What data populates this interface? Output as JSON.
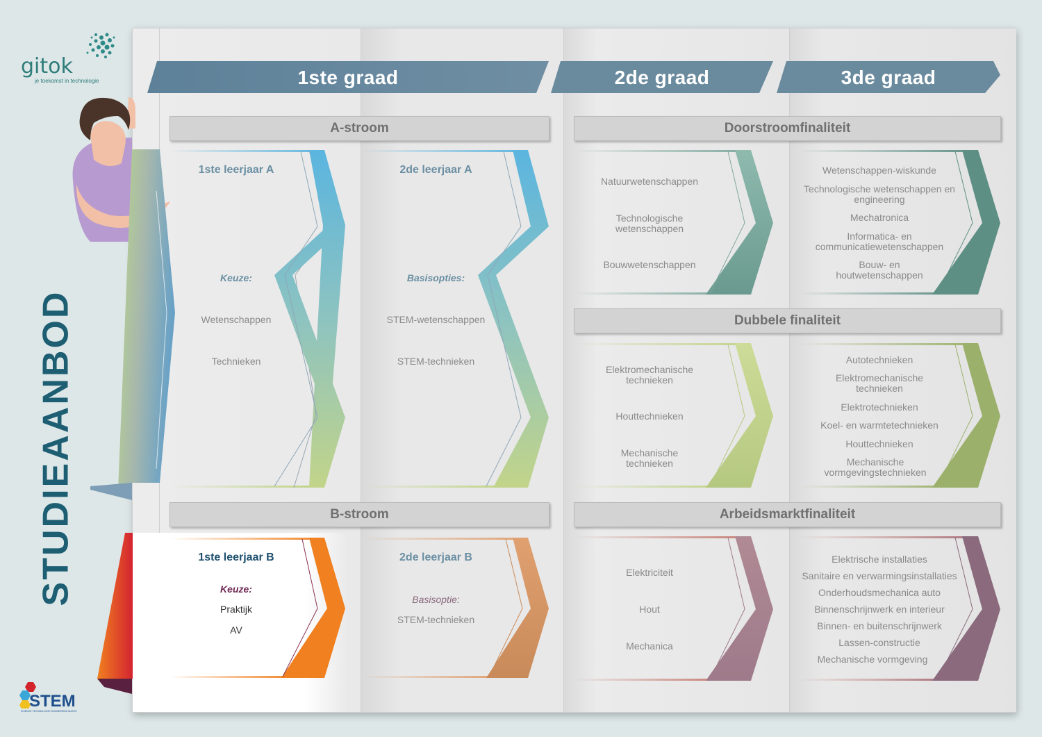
{
  "logo": {
    "name": "gitok",
    "tagline": "je toekomst in technologie"
  },
  "side_title": "STUDIEAANBOD",
  "stem_logo": {
    "text": "STEM",
    "subtext": "SCIENCE TECHNOLOGIE ENGINEERING MATHS"
  },
  "grades": [
    "1ste graad",
    "2de graad",
    "3de graad"
  ],
  "streams": {
    "a": "A-stroom",
    "b": "B-stroom",
    "doorstroom": "Doorstroomfinaliteit",
    "dubbele": "Dubbele finaliteit",
    "arbeidsmarkt": "Arbeidsmarktfinaliteit"
  },
  "panels": {
    "leerjaar1a": {
      "title": "1ste leerjaar A",
      "label": "Keuze:",
      "items": [
        "Wetenschappen",
        "Technieken"
      ]
    },
    "leerjaar2a": {
      "title": "2de leerjaar A",
      "label": "Basisopties:",
      "items": [
        "STEM-wetenschappen",
        "STEM-technieken"
      ]
    },
    "leerjaar1b": {
      "title": "1ste leerjaar B",
      "label": "Keuze:",
      "items": [
        "Praktijk",
        "AV"
      ]
    },
    "leerjaar2b": {
      "title": "2de leerjaar B",
      "label": "Basisoptie:",
      "items": [
        "STEM-technieken"
      ]
    },
    "door2": {
      "items": [
        "Natuurwetenschappen",
        "Technologische wetenschappen",
        "Bouwwetenschappen"
      ]
    },
    "door3": {
      "items": [
        "Wetenschappen-wiskunde",
        "Technologische wetenschappen en engineering",
        "Mechatronica",
        "Informatica- en communicatiewetenschappen",
        "Bouw- en houtwetenschappen"
      ]
    },
    "dub2": {
      "items": [
        "Elektromechanische technieken",
        "Houttechnieken",
        "Mechanische technieken"
      ]
    },
    "dub3": {
      "items": [
        "Autotechnieken",
        "Elektromechanische technieken",
        "Elektrotechnieken",
        "Koel- en warmtetechnieken",
        "Houttechnieken",
        "Mechanische vormgevingstechnieken"
      ]
    },
    "arb2": {
      "items": [
        "Elektriciteit",
        "Hout",
        "Mechanica"
      ]
    },
    "arb3": {
      "items": [
        "Elektrische installaties",
        "Sanitaire en verwarmingsinstallaties",
        "Onderhoudsmechanica auto",
        "Binnenschrijnwerk en interieur",
        "Binnen- en buitenschrijnwerk",
        "Lassen-constructie",
        "Mechanische vormgeving"
      ]
    }
  },
  "colors": {
    "background": "#dde7e8",
    "graad_header": "#5d7f93",
    "stroom_header": "#d3d3d3",
    "blue_green": [
      "#5bb5df",
      "#c2d489"
    ],
    "teal": "#5e8f85",
    "olive": "#9bb06a",
    "mauve": [
      "#c77f74",
      "#8a6a7c"
    ],
    "orange": "#f08020",
    "title_text": "#1e5e73"
  }
}
